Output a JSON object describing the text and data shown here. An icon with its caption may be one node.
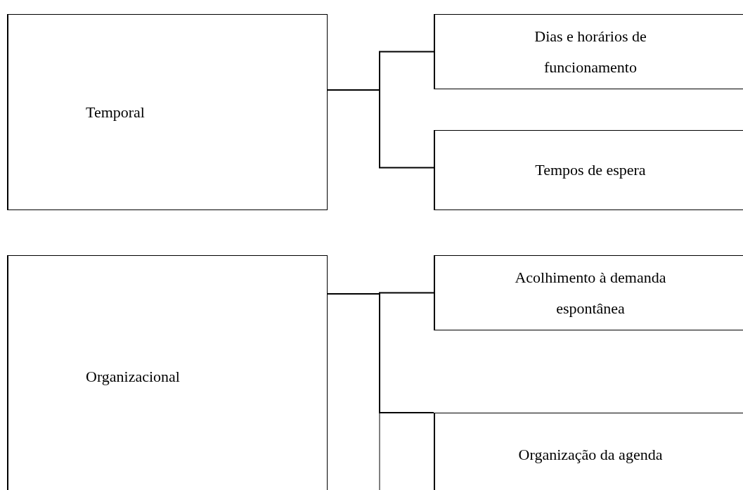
{
  "diagram": {
    "nodes": [
      {
        "text": [
          "Temporal"
        ]
      },
      {
        "text": [
          "Dias e horários de funcionamento"
        ]
      },
      {
        "text": [
          "Tempos de espera"
        ]
      },
      {
        "text": [
          "Organizacional"
        ]
      },
      {
        "text": [
          "Acolhimento à demanda espontânea"
        ]
      },
      {
        "text": [
          "Organização da agenda"
        ]
      }
    ],
    "edges": [
      {
        "from": 0,
        "to": 1,
        "arrow": "none"
      },
      {
        "from": 0,
        "to": 2,
        "arrow": "none"
      },
      {
        "from": 3,
        "to": 4,
        "arrow": "none"
      },
      {
        "from": 3,
        "to": 5,
        "arrow": "none"
      }
    ]
  }
}
